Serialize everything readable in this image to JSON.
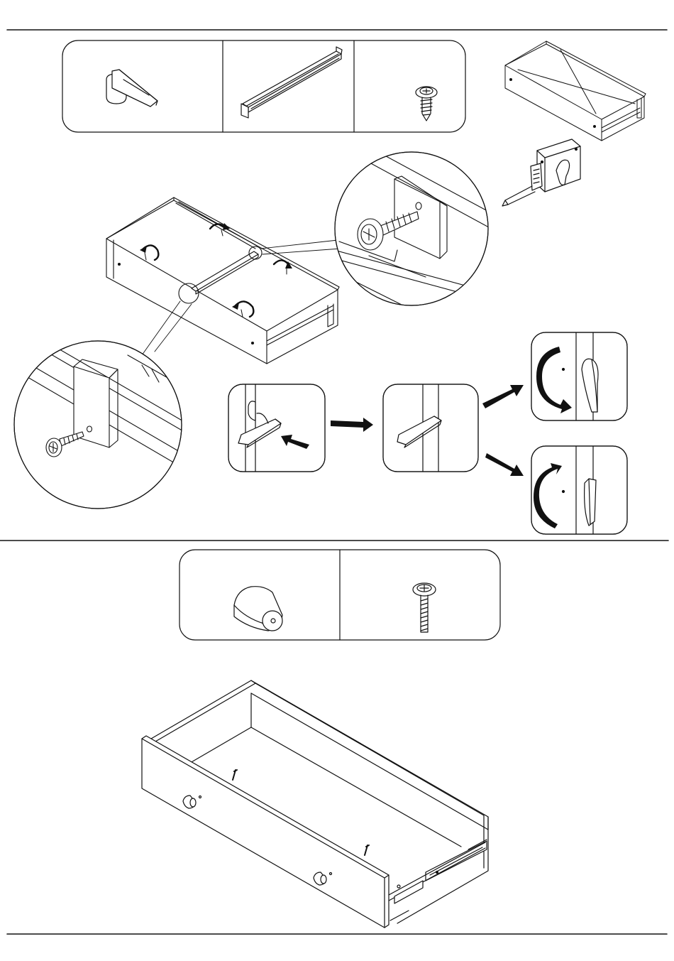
{
  "document": {
    "type": "assembly-instructions-page",
    "text_content": "none",
    "colors": {
      "line": "#111111",
      "fill": "#ffffff",
      "shade": "#d9d9d9",
      "arrow": "#111111"
    },
    "sections": [
      {
        "id": "step-top",
        "parts_panel": [
          "latch-clip-icon",
          "metal-rail-bar-icon",
          "flange-screw-icon"
        ],
        "views": [
          "cabinet-overview",
          "tape-measure-icon",
          "cabinet-rail-install",
          "screw-detail-top",
          "screw-detail-bottom",
          "latch-sequence"
        ]
      },
      {
        "id": "step-bottom",
        "parts_panel": [
          "knob-icon",
          "machine-screw-icon"
        ],
        "views": [
          "drawer-assembly"
        ]
      }
    ]
  }
}
